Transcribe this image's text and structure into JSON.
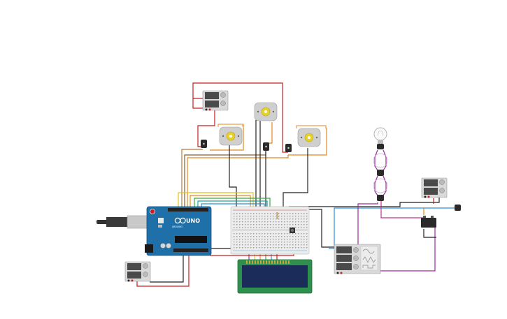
{
  "arduino": {
    "brand": "UNO",
    "caption": "ARDUINO"
  },
  "colors": {
    "board_blue": "#1f6fa8",
    "lcd_green": "#2f8f4e",
    "lcd_screen": "#1b2b5a",
    "wire_red": "#c81e1e",
    "wire_orange": "#e08a1e",
    "wire_yellow": "#e2c21e",
    "wire_black": "#222222",
    "wire_blue": "#2b8fd6",
    "wire_purple": "#9a2a9a",
    "wire_green": "#36a846",
    "wire_brown": "#8b5a2b",
    "wire_gray": "#888888"
  },
  "components": {
    "supplies": [
      "power-supply-top",
      "power-supply-left-bottom",
      "power-supply-right"
    ],
    "motors": [
      "motor-left",
      "motor-center",
      "motor-right"
    ],
    "sensors": [
      "photoresistor-left",
      "photoresistor-center",
      "photoresistor-right",
      "sensor-far-right"
    ],
    "lamp": "light-bulb",
    "relay": "relay-module",
    "display": "lcd-16x2",
    "generator": "function-generator"
  }
}
